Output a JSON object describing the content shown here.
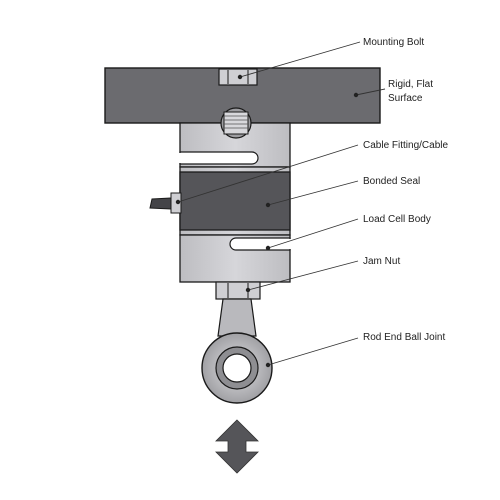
{
  "labels": {
    "mounting_bolt": "Mounting Bolt",
    "rigid_flat_surface_line1": "Rigid, Flat",
    "rigid_flat_surface_line2": "Surface",
    "cable_fitting": "Cable Fitting/Cable",
    "bonded_seal": "Bonded Seal",
    "load_cell_body": "Load Cell Body",
    "jam_nut": "Jam Nut",
    "rod_end_ball_joint": "Rod End Ball Joint"
  },
  "icons": {
    "force_direction": "up-down-arrow-icon"
  },
  "colors": {
    "plate": "#6b6b6f",
    "body": "#c7c7cb",
    "seal": "#555559",
    "outline": "#1a1a1a",
    "arrow": "#555559"
  }
}
